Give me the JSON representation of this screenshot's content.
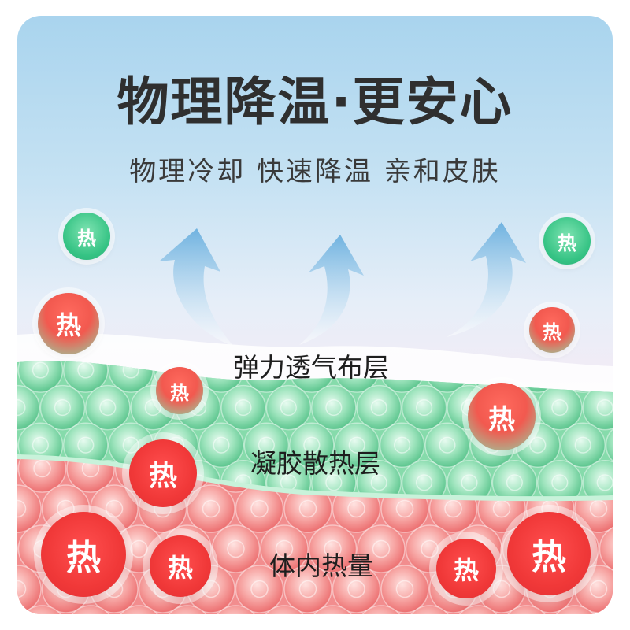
{
  "headline": "物理降温·更安心",
  "subheadline": "物理冷却  快速降温  亲和皮肤",
  "layers": {
    "fabric": "弹力透气布层",
    "gel": "凝胶散热层",
    "body_heat": "体内热量"
  },
  "heat_label": "热",
  "heat_badges": [
    {
      "style": "green",
      "text": "热"
    },
    {
      "style": "green",
      "text": "热"
    },
    {
      "style": "mixed",
      "text": "热"
    },
    {
      "style": "mixed",
      "text": "热"
    },
    {
      "style": "mixed",
      "text": "热"
    },
    {
      "style": "mixed",
      "text": "热"
    },
    {
      "style": "red",
      "text": "热"
    },
    {
      "style": "red",
      "text": "热"
    },
    {
      "style": "red",
      "text": "热"
    },
    {
      "style": "red",
      "text": "热"
    },
    {
      "style": "red",
      "text": "热"
    }
  ],
  "colors": {
    "sky": "#a9d4ee",
    "gel_green": "#7ed6a2",
    "body_red": "#f2787a",
    "heat_red": "#f03838",
    "heat_green": "#35c384",
    "arrow_blue": "#5ea9dc"
  },
  "icons": [
    "up-arrow-icon",
    "up-arrow-icon",
    "up-arrow-icon"
  ]
}
